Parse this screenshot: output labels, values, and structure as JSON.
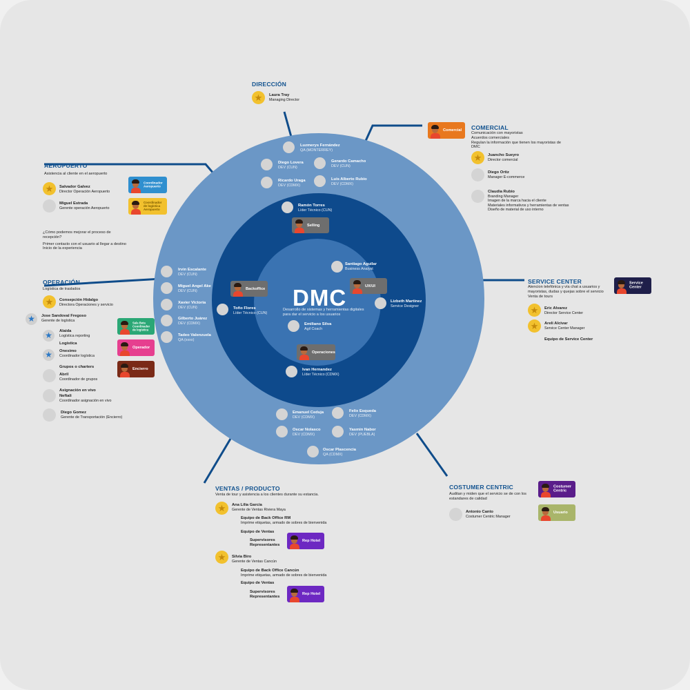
{
  "center": {
    "title": "DMC",
    "subtitle": "Desarrollo de sistemas y herramientas digitales para dar el servicio a los usuarios"
  },
  "roles": {
    "selling": "Selling",
    "backoffice": "Backoffice",
    "uxui": "UX/UI",
    "operaciones": "Operaciones"
  },
  "ring_people": [
    {
      "name": "Luzmerys Fernández",
      "role": "QA (MONTERREY)"
    },
    {
      "name": "Diego Lovera",
      "role": "DEV (CUN)"
    },
    {
      "name": "Gerardo Camacho",
      "role": "DEV (CUN)"
    },
    {
      "name": "Ricardo Uraga",
      "role": "DEV (CDMX)"
    },
    {
      "name": "Luis Alberto Rubio",
      "role": "DEV (CDMX)"
    },
    {
      "name": "Ramón Torres",
      "role": "Líder Técnico (CUN)"
    },
    {
      "name": "Santiago Aguilar",
      "role": "Business Analyst"
    },
    {
      "name": "Lizbeth Martínez",
      "role": "Service Designer"
    },
    {
      "name": "Toño Flores",
      "role": "Líder Técnico (CUN)"
    },
    {
      "name": "Emiliano Silva",
      "role": "Agil Coach"
    },
    {
      "name": "Ivan Hernandez",
      "role": "Líder Técnico (CDMX)"
    },
    {
      "name": "Irvin Escalante",
      "role": "DEV (CUN)"
    },
    {
      "name": "Miguel Angel Ake",
      "role": "DEV (CUN)"
    },
    {
      "name": "Xavier Victoria",
      "role": "DEV (CUN)"
    },
    {
      "name": "Gilberto Juárez",
      "role": "DEV (CDMX)"
    },
    {
      "name": "Tadeo Valenzuela",
      "role": "QA (xxxx)"
    },
    {
      "name": "Emanuel Ceduja",
      "role": "DEV (CDMX)"
    },
    {
      "name": "Felix Esqueda",
      "role": "DEV (CDMX)"
    },
    {
      "name": "Oscar Nolasco",
      "role": "DEV (CDMX)"
    },
    {
      "name": "Yasmin Nabor",
      "role": "DEV (PUEBLA)"
    },
    {
      "name": "Oscar Plascencia",
      "role": "QA (CDMX)"
    }
  ],
  "direccion": {
    "title": "DIRECCIÓN",
    "name": "Laura Tray",
    "role": "Managing Director"
  },
  "comercial": {
    "title": "COMERCIAL",
    "badge": "Comercial",
    "desc": [
      "Comunicación con mayoristas",
      "Acuerdos comerciales",
      "Regulan la información que tienen los mayoristas de",
      "DMC"
    ],
    "p1_name": "Juancho Sueyro",
    "p1_role": "Director comercial",
    "p2_name": "Diego Ortiz",
    "p2_role": "Manager E-commerce",
    "p3_name": "Claudia Rubio",
    "p3_role": "Branding Manager",
    "p3_desc": [
      "Imagen de la marca hacia el cliente",
      "Materiales informativos y herramientas de ventas",
      "Diseño de material de uso interno"
    ]
  },
  "aeropuerto": {
    "title": "AEROPUERTO",
    "desc": "Asistencia al cliente en el aeropuerto",
    "p1_name": "Salvador Galvez",
    "p1_role": "Director Operación Aeropuerto",
    "p2_name": "Miguel Estrada",
    "p2_role": "Gerente operación Aeropuerto",
    "badge1": "Coordinador Aeropuerto",
    "badge2": "Coordinador de logística Aeropuerto",
    "q1": "¿Cómo podemos mejorar el proceso de",
    "q2": "recepción?",
    "q3": "Primer contacto con el usuario al llegar a destino",
    "q4": "Inicio de la experiencia"
  },
  "operacion": {
    "title": "OPERACIÓN",
    "desc": "Logística de traslados",
    "p1_name": "Consepción Hidalgo",
    "p1_role": "Directora Operaciones y servicio",
    "p2_name": "Jose Sandoval Fregoso",
    "p2_role": "Gerente de logística",
    "p3_name": "Alaida",
    "p3_role": "Logística reporting",
    "g1": "Logística",
    "p4_name": "Onesimo",
    "p4_role": "Coordinador logística",
    "g2": "Grupos o charters",
    "p5_name": "Abril",
    "p5_role": "Coordinador de grupos",
    "g3": "Asignación en vivo",
    "p6_name": "Neftali",
    "p6_role": "Coordinador asignación en vivo",
    "p7_name": "Diego Gomez",
    "p7_role": "Gerente de Transportación (Encierro)",
    "badge1": "Sala Beta Coordinador de logística",
    "badge2": "Operador",
    "badge3": "Encierro"
  },
  "service": {
    "title": "SERVICE CENTER",
    "badge": "Service Center",
    "desc": [
      "Atencion telefónica y vía chat a usuarios y",
      "mayoristas, dudas y quejas sobre el servicio",
      "Venta de tours"
    ],
    "p1_name": "Eric Alvarez",
    "p1_role": "Director Service Center",
    "p2_name": "Areli Alcivar",
    "p2_role": "Service Center Manager",
    "team": "Equipo de Service Center"
  },
  "costumer": {
    "title": "COSTUMER CENTRIC",
    "desc": [
      "Auditan y miden que el servicio se de con los",
      "estandares de calidad"
    ],
    "p1_name": "Antonio Canto",
    "p1_role": "Costumer Centric Manager",
    "badge1": "Costumer Centric",
    "badge2": "Usuario"
  },
  "ventas": {
    "title": "VENTAS / PRODUCTO",
    "desc": "Venta de tour y asistencia a los clientes durante su estancia.",
    "p1_name": "Ana Lilia García",
    "p1_role": "Gerente de Ventas Riviera Maya",
    "bo1": "Equipo de Back Office RM",
    "bo1_desc": "Imprime etiquetas, armado de sobres de bienvenida",
    "v1": "Equipo de Ventas",
    "sup1a": "Supervisores",
    "sup1b": "Representantes",
    "badge1": "Rep Hotel",
    "p2_name": "Silvia Biro",
    "p2_role": "Gerente de Ventas Cancún",
    "bo2": "Equipo de Back Office Cancún",
    "bo2_desc": "Imprime etiquetas, armado de sobres de bienvenida",
    "v2": "Equipo de Ventas",
    "sup2a": "Supervisores",
    "sup2b": "Representantes",
    "badge2": "Rep Hotel"
  },
  "colors": {
    "outer_ring": "#6b97c6",
    "middle_ring": "#0e4a8c",
    "inner_ring": "#3a73b2",
    "title_blue": "#11528f",
    "star": "#f2c12e",
    "comercial": "#e8781e",
    "aeropuerto_blue": "#2f8fcf",
    "aeropuerto_yellow": "#f2c12e",
    "sala_beta": "#2aa775",
    "operador": "#e63f8f",
    "encierro": "#7a2a17",
    "service_center": "#1f1f4a",
    "costumer_centric": "#5a1d8a",
    "usuario": "#a9b56a",
    "rep_hotel": "#6d28c2",
    "role_gray": "#6e6e6e"
  }
}
